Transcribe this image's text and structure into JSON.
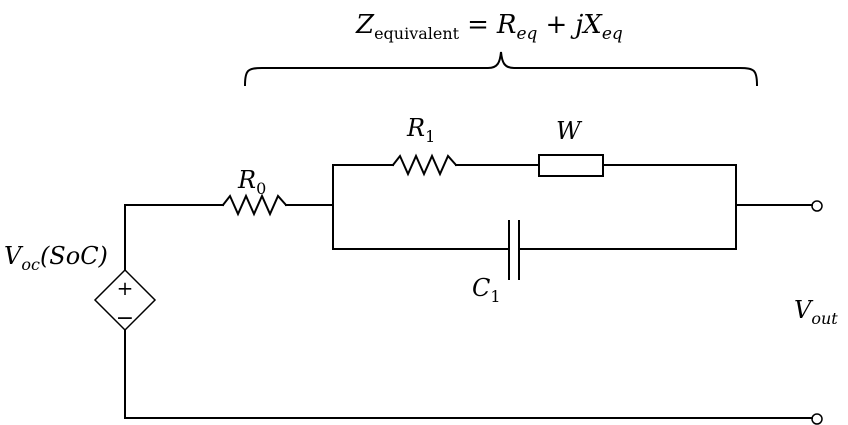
{
  "impedance_label": {
    "z_symbol": "Z",
    "z_subscript": "equivalent",
    "equals": "=",
    "r_symbol": "R",
    "r_subscript": "eq",
    "plus": "+",
    "jx_symbol": "jX",
    "x_subscript": "eq"
  },
  "components": {
    "r0": {
      "symbol": "R",
      "subscript": "0"
    },
    "r1": {
      "symbol": "R",
      "subscript": "1"
    },
    "w": {
      "symbol": "W"
    },
    "c1": {
      "symbol": "C",
      "subscript": "1"
    },
    "source": {
      "symbol": "V",
      "subscript": "oc",
      "argument": "(SoC)",
      "plus_sign": "+",
      "minus_sign": "−"
    },
    "output": {
      "symbol": "V",
      "subscript": "out"
    }
  }
}
